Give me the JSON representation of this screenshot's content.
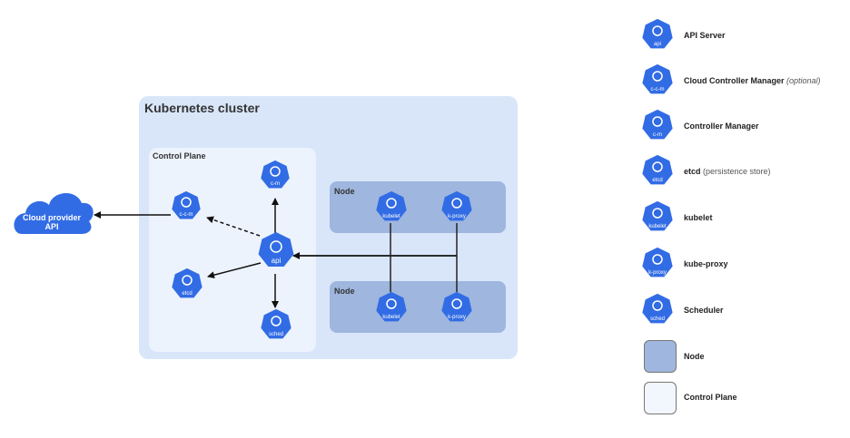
{
  "cluster": {
    "title": "Kubernetes cluster"
  },
  "control_plane": {
    "title": "Control Plane"
  },
  "nodes": [
    {
      "title": "Node"
    },
    {
      "title": "Node"
    }
  ],
  "cloud": {
    "line1": "Cloud provider",
    "line2": "API"
  },
  "components": {
    "api": "api",
    "ccm": "c-c-m",
    "cm": "c-m",
    "etcd": "etcd",
    "sched": "sched",
    "kubelet": "kubelet",
    "kproxy": "k-proxy"
  },
  "legend": [
    {
      "icon": "api",
      "label": "API Server",
      "sub": ""
    },
    {
      "icon": "c-c-m",
      "label": "Cloud Controller Manager",
      "sub": "(optional)",
      "italic": true
    },
    {
      "icon": "c-m",
      "label": "Controller Manager",
      "sub": ""
    },
    {
      "icon": "etcd",
      "label": "etcd",
      "sub": "(persistence store)"
    },
    {
      "icon": "kubelet",
      "label": "kubelet",
      "sub": ""
    },
    {
      "icon": "k-proxy",
      "label": "kube-proxy",
      "sub": ""
    },
    {
      "icon": "sched",
      "label": "Scheduler",
      "sub": ""
    },
    {
      "swatch": "node",
      "label": "Node"
    },
    {
      "swatch": "control-plane",
      "label": "Control Plane"
    }
  ],
  "colors": {
    "component": "#326ce5",
    "node": "#9fb6de",
    "control_plane": "#edf3fd",
    "cluster": "#d9e6fa"
  }
}
